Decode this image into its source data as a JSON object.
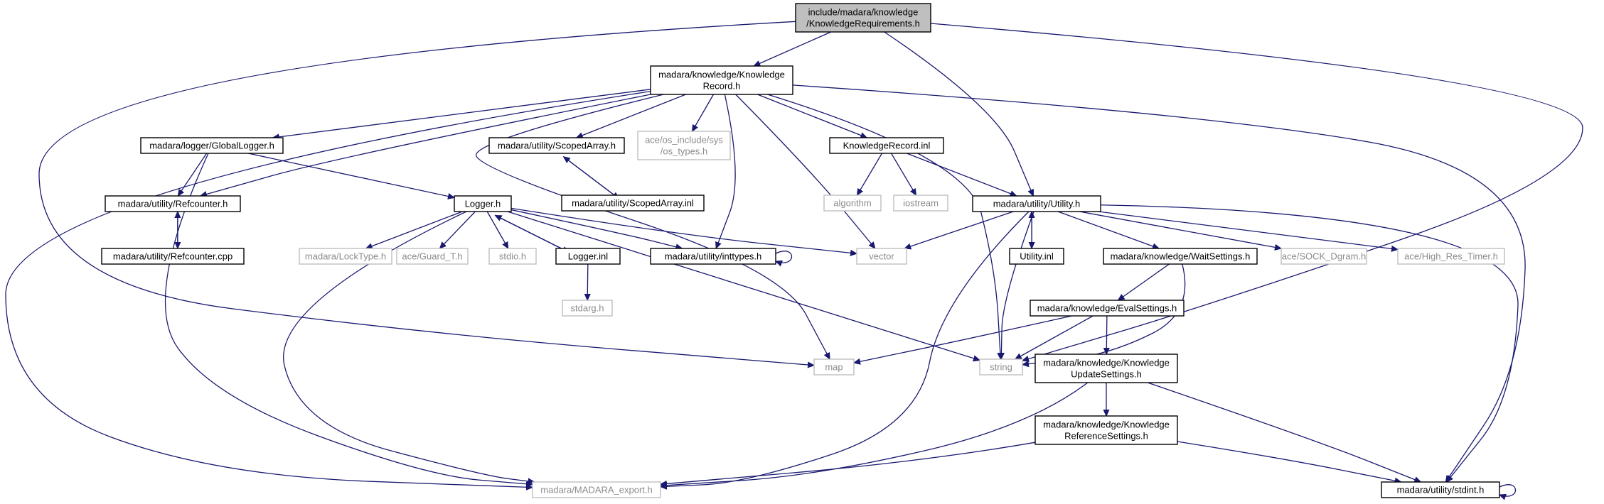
{
  "colors": {
    "edge": "#191970",
    "node_border": "#000000",
    "node_external_border": "#bfbfbf",
    "node_external_text": "#8c8c8c",
    "root_fill": "#bfbfbf",
    "node_fill": "#ffffff"
  },
  "nodes": [
    {
      "id": "root",
      "kind": "root",
      "lines": [
        "include/madara/knowledge",
        "/KnowledgeRequirements.h"
      ]
    },
    {
      "id": "krh",
      "kind": "internal",
      "lines": [
        "madara/knowledge/Knowledge",
        "Record.h"
      ]
    },
    {
      "id": "glog",
      "kind": "internal",
      "lines": [
        "madara/logger/GlobalLogger.h"
      ]
    },
    {
      "id": "sarr",
      "kind": "internal",
      "lines": [
        "madara/utility/ScopedArray.h"
      ]
    },
    {
      "id": "ostypes",
      "kind": "external",
      "lines": [
        "ace/os_include/sys",
        "/os_types.h"
      ]
    },
    {
      "id": "krinl",
      "kind": "internal",
      "lines": [
        "KnowledgeRecord.inl"
      ]
    },
    {
      "id": "refh",
      "kind": "internal",
      "lines": [
        "madara/utility/Refcounter.h"
      ]
    },
    {
      "id": "sarrinl",
      "kind": "internal",
      "lines": [
        "madara/utility/ScopedArray.inl"
      ]
    },
    {
      "id": "algo",
      "kind": "external",
      "lines": [
        "algorithm"
      ]
    },
    {
      "id": "iostream",
      "kind": "external",
      "lines": [
        "iostream"
      ]
    },
    {
      "id": "util",
      "kind": "internal",
      "lines": [
        "madara/utility/Utility.h"
      ]
    },
    {
      "id": "refcpp",
      "kind": "internal",
      "lines": [
        "madara/utility/Refcounter.cpp"
      ]
    },
    {
      "id": "logger",
      "kind": "internal",
      "lines": [
        "Logger.h"
      ]
    },
    {
      "id": "locktype",
      "kind": "external",
      "lines": [
        "madara/LockType.h"
      ]
    },
    {
      "id": "guard",
      "kind": "external",
      "lines": [
        "ace/Guard_T.h"
      ]
    },
    {
      "id": "stdio",
      "kind": "external",
      "lines": [
        "stdio.h"
      ]
    },
    {
      "id": "loggerinl",
      "kind": "internal",
      "lines": [
        "Logger.inl"
      ]
    },
    {
      "id": "inttypes",
      "kind": "internal",
      "lines": [
        "madara/utility/inttypes.h"
      ]
    },
    {
      "id": "vector",
      "kind": "external",
      "lines": [
        "vector"
      ]
    },
    {
      "id": "utilinl",
      "kind": "internal",
      "lines": [
        "Utility.inl"
      ]
    },
    {
      "id": "wait",
      "kind": "internal",
      "lines": [
        "madara/knowledge/WaitSettings.h"
      ]
    },
    {
      "id": "sock",
      "kind": "external",
      "lines": [
        "ace/SOCK_Dgram.h"
      ]
    },
    {
      "id": "hrt",
      "kind": "external",
      "lines": [
        "ace/High_Res_Timer.h"
      ]
    },
    {
      "id": "stdarg",
      "kind": "external",
      "lines": [
        "stdarg.h"
      ]
    },
    {
      "id": "eval",
      "kind": "internal",
      "lines": [
        "madara/knowledge/EvalSettings.h"
      ]
    },
    {
      "id": "map",
      "kind": "external",
      "lines": [
        "map"
      ]
    },
    {
      "id": "string",
      "kind": "external",
      "lines": [
        "string"
      ]
    },
    {
      "id": "kus",
      "kind": "internal",
      "lines": [
        "madara/knowledge/Knowledge",
        "UpdateSettings.h"
      ]
    },
    {
      "id": "krs",
      "kind": "internal",
      "lines": [
        "madara/knowledge/Knowledge",
        "ReferenceSettings.h"
      ]
    },
    {
      "id": "export",
      "kind": "external",
      "lines": [
        "madara/MADARA_export.h"
      ]
    },
    {
      "id": "stdint",
      "kind": "internal",
      "lines": [
        "madara/utility/stdint.h"
      ]
    }
  ],
  "edges": [
    [
      "root",
      "krh"
    ],
    [
      "root",
      "map"
    ],
    [
      "root",
      "util"
    ],
    [
      "root",
      "string"
    ],
    [
      "krh",
      "glog"
    ],
    [
      "krh",
      "refh"
    ],
    [
      "krh",
      "sarr"
    ],
    [
      "krh",
      "ostypes"
    ],
    [
      "krh",
      "krinl"
    ],
    [
      "krh",
      "inttypes"
    ],
    [
      "krh",
      "vector"
    ],
    [
      "krh",
      "map"
    ],
    [
      "krh",
      "string"
    ],
    [
      "krh",
      "export"
    ],
    [
      "krh",
      "stdint"
    ],
    [
      "glog",
      "refh"
    ],
    [
      "glog",
      "logger"
    ],
    [
      "glog",
      "export"
    ],
    [
      "sarr",
      "sarrinl"
    ],
    [
      "sarrinl",
      "sarr"
    ],
    [
      "refh",
      "refcpp"
    ],
    [
      "refcpp",
      "refh"
    ],
    [
      "krinl",
      "algo"
    ],
    [
      "krinl",
      "iostream"
    ],
    [
      "krinl",
      "util"
    ],
    [
      "logger",
      "locktype"
    ],
    [
      "logger",
      "guard"
    ],
    [
      "logger",
      "stdio"
    ],
    [
      "logger",
      "loggerinl"
    ],
    [
      "loggerinl",
      "logger"
    ],
    [
      "logger",
      "inttypes"
    ],
    [
      "logger",
      "vector"
    ],
    [
      "logger",
      "string"
    ],
    [
      "logger",
      "export"
    ],
    [
      "loggerinl",
      "stdarg"
    ],
    [
      "inttypes",
      "inttypes"
    ],
    [
      "util",
      "vector"
    ],
    [
      "util",
      "utilinl"
    ],
    [
      "utilinl",
      "util"
    ],
    [
      "util",
      "wait"
    ],
    [
      "util",
      "sock"
    ],
    [
      "util",
      "hrt"
    ],
    [
      "util",
      "string"
    ],
    [
      "util",
      "export"
    ],
    [
      "util",
      "stdint"
    ],
    [
      "wait",
      "eval"
    ],
    [
      "wait",
      "string"
    ],
    [
      "eval",
      "map"
    ],
    [
      "eval",
      "string"
    ],
    [
      "eval",
      "kus"
    ],
    [
      "kus",
      "krs"
    ],
    [
      "kus",
      "export"
    ],
    [
      "kus",
      "stdint"
    ],
    [
      "krs",
      "export"
    ],
    [
      "krs",
      "stdint"
    ],
    [
      "stdint",
      "stdint"
    ]
  ]
}
